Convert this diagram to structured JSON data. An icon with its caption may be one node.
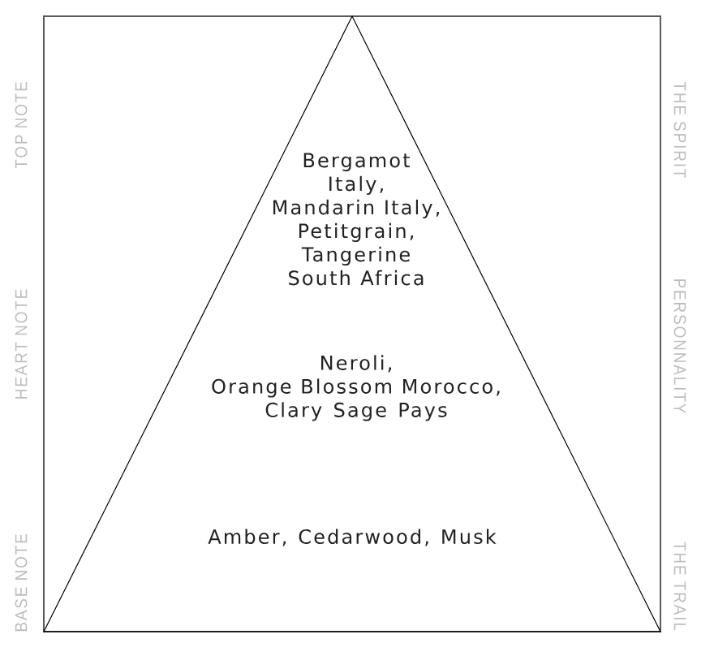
{
  "diagram": {
    "nodes": [
      {
        "text": [
          "Bergamot Italy, Mandarin Italy, Petitgrain, Tangerine South Africa",
          "Neroli, Orange Blossom Morocco, Clary Sage Pays",
          "Amber, Cedarwood, Musk"
        ]
      }
    ],
    "labels": [
      "TOP NOTE",
      "THE SPIRIT",
      "HEART NOTE",
      "PERSONNALITY",
      "BASE NOTE",
      "THE TRAIL"
    ]
  }
}
